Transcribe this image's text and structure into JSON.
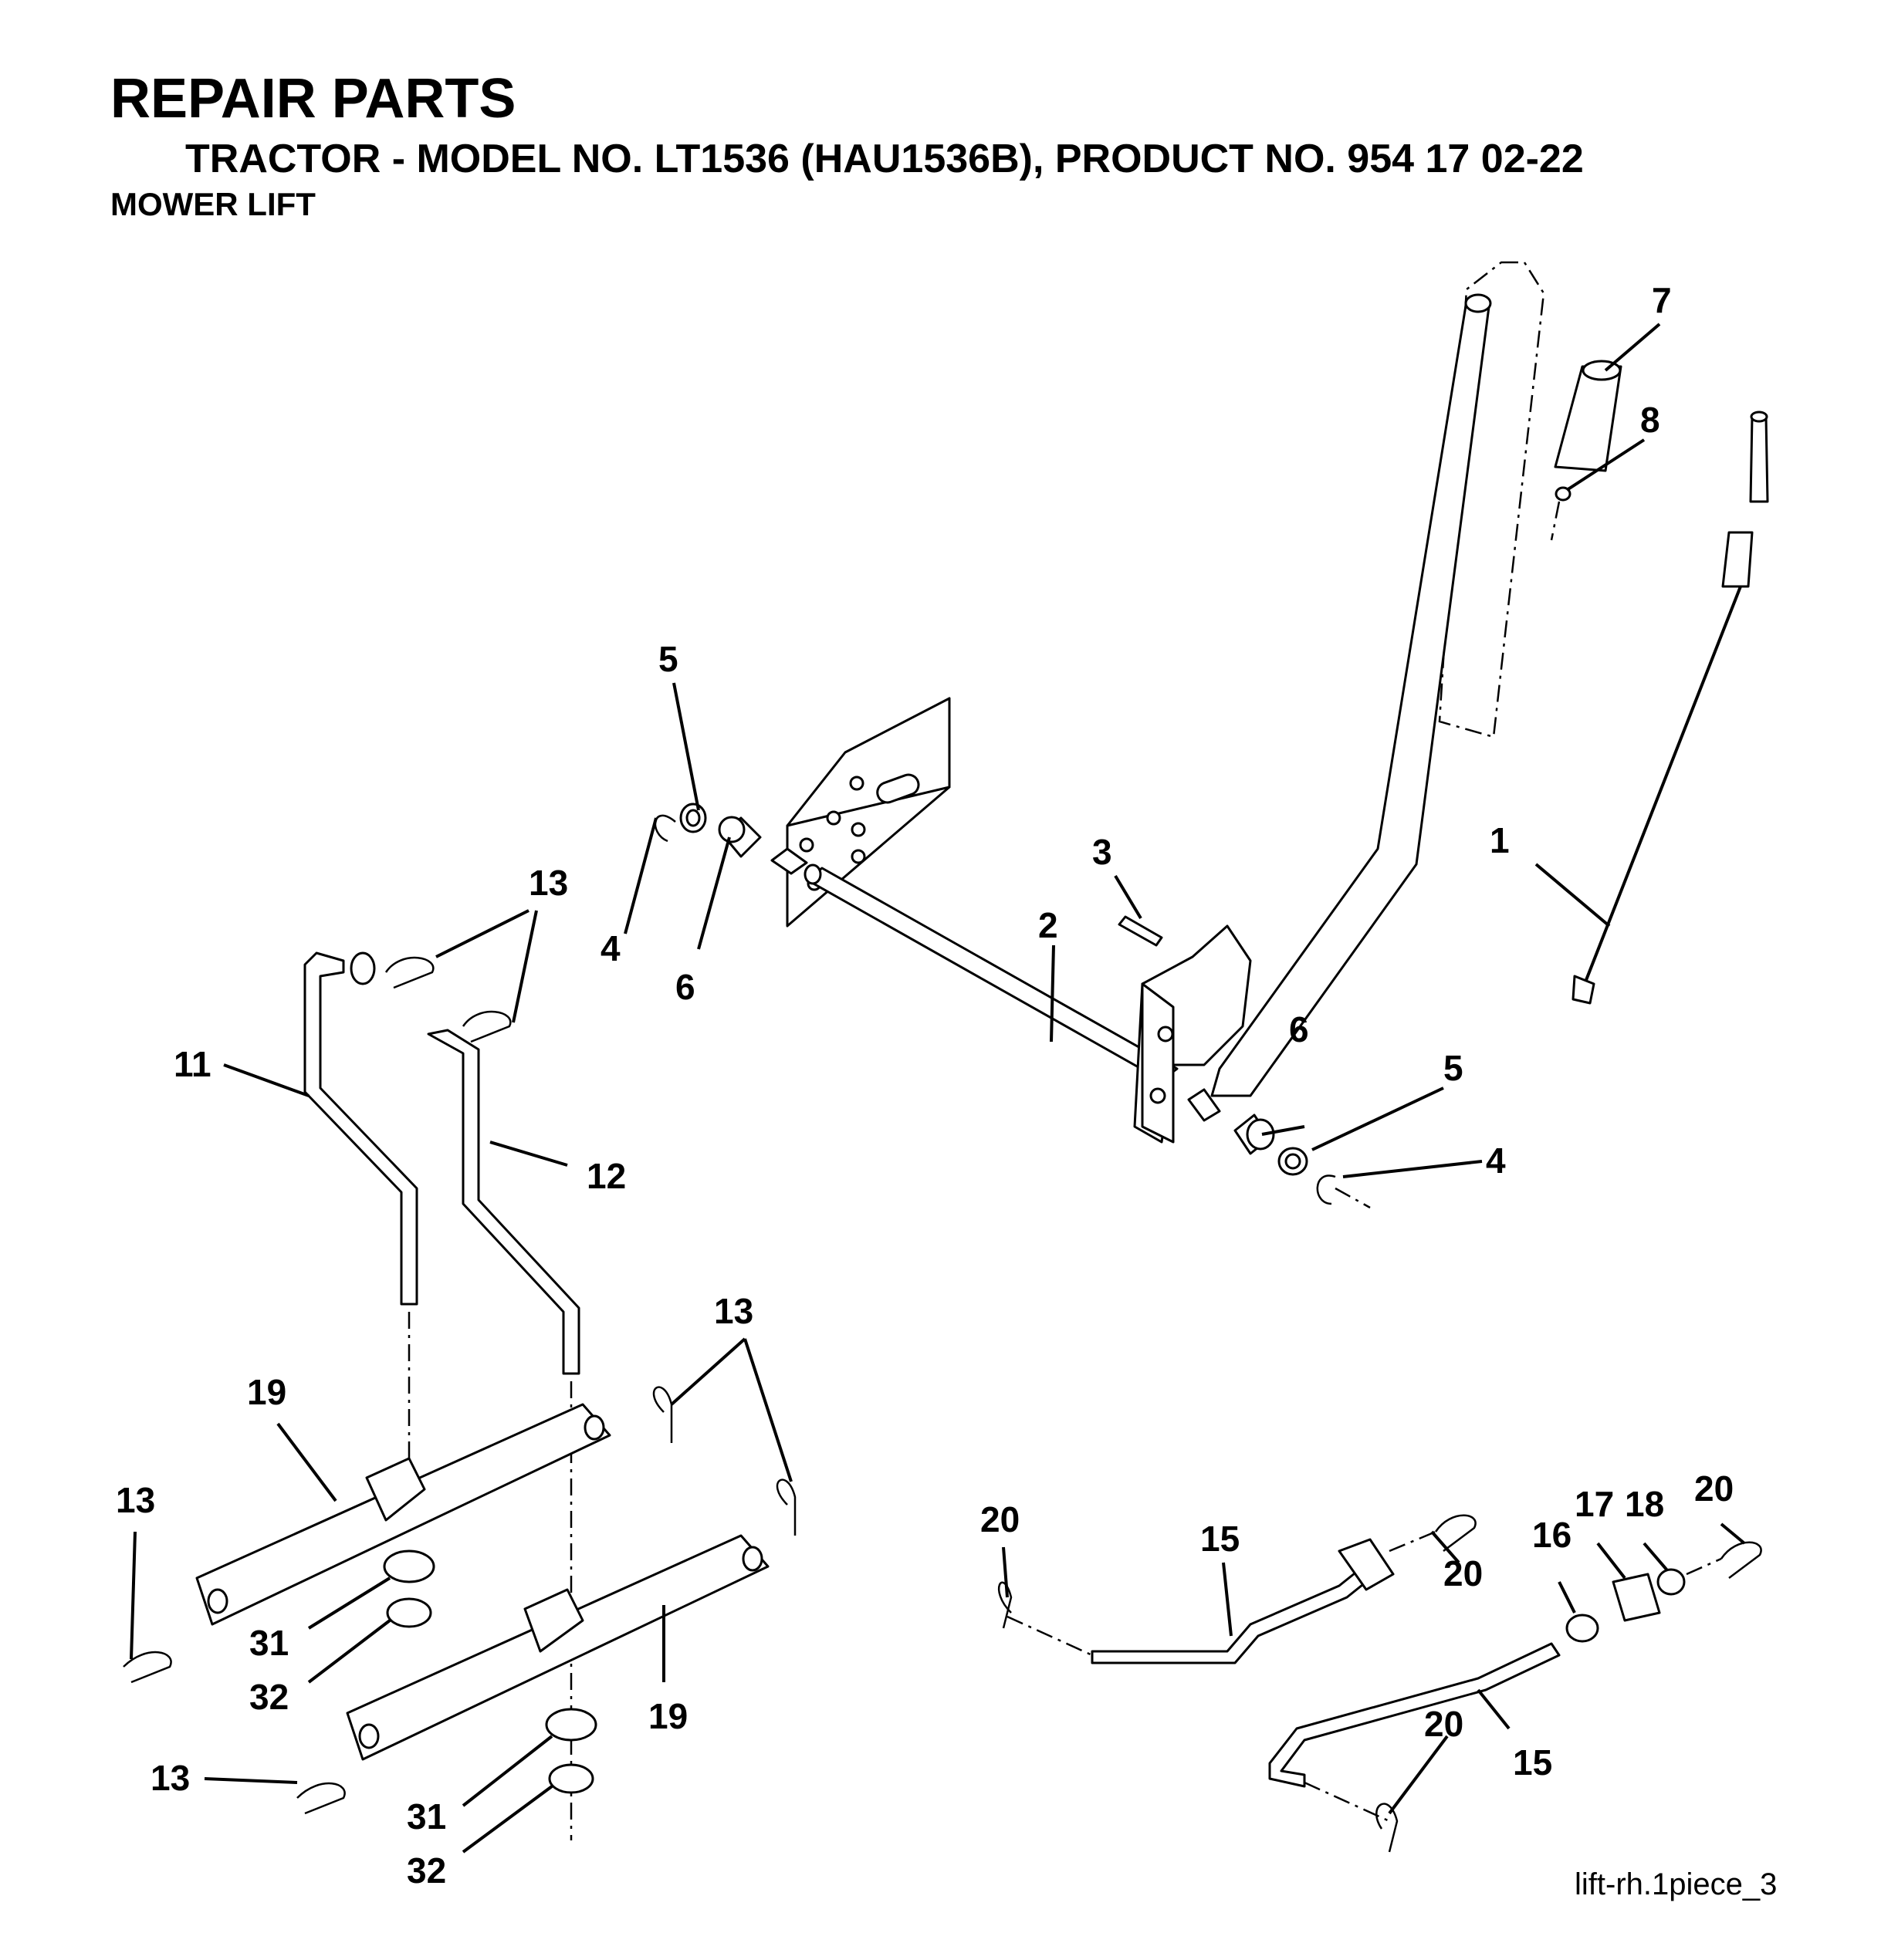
{
  "header": {
    "title": "REPAIR PARTS",
    "subtitle": "TRACTOR - MODEL NO. LT1536 (HAU1536B), PRODUCT NO. 954 17 02-22",
    "section": "MOWER LIFT"
  },
  "callouts": [
    {
      "id": "c1",
      "text": "1"
    },
    {
      "id": "c2",
      "text": "2"
    },
    {
      "id": "c3",
      "text": "3"
    },
    {
      "id": "c4a",
      "text": "4"
    },
    {
      "id": "c4b",
      "text": "4"
    },
    {
      "id": "c5a",
      "text": "5"
    },
    {
      "id": "c5b",
      "text": "5"
    },
    {
      "id": "c6a",
      "text": "6"
    },
    {
      "id": "c6b",
      "text": "6"
    },
    {
      "id": "c7",
      "text": "7"
    },
    {
      "id": "c8",
      "text": "8"
    },
    {
      "id": "c11",
      "text": "11"
    },
    {
      "id": "c12",
      "text": "12"
    },
    {
      "id": "c13a",
      "text": "13"
    },
    {
      "id": "c13b",
      "text": "13"
    },
    {
      "id": "c13c",
      "text": "13"
    },
    {
      "id": "c13d",
      "text": "13"
    },
    {
      "id": "c15a",
      "text": "15"
    },
    {
      "id": "c15b",
      "text": "15"
    },
    {
      "id": "c16",
      "text": "16"
    },
    {
      "id": "c17",
      "text": "17"
    },
    {
      "id": "c18",
      "text": "18"
    },
    {
      "id": "c19a",
      "text": "19"
    },
    {
      "id": "c19b",
      "text": "19"
    },
    {
      "id": "c20a",
      "text": "20"
    },
    {
      "id": "c20b",
      "text": "20"
    },
    {
      "id": "c20c",
      "text": "20"
    },
    {
      "id": "c20d",
      "text": "20"
    },
    {
      "id": "c31a",
      "text": "31"
    },
    {
      "id": "c31b",
      "text": "31"
    },
    {
      "id": "c32a",
      "text": "32"
    },
    {
      "id": "c32b",
      "text": "32"
    }
  ],
  "figure_code": "lift-rh.1piece_3"
}
